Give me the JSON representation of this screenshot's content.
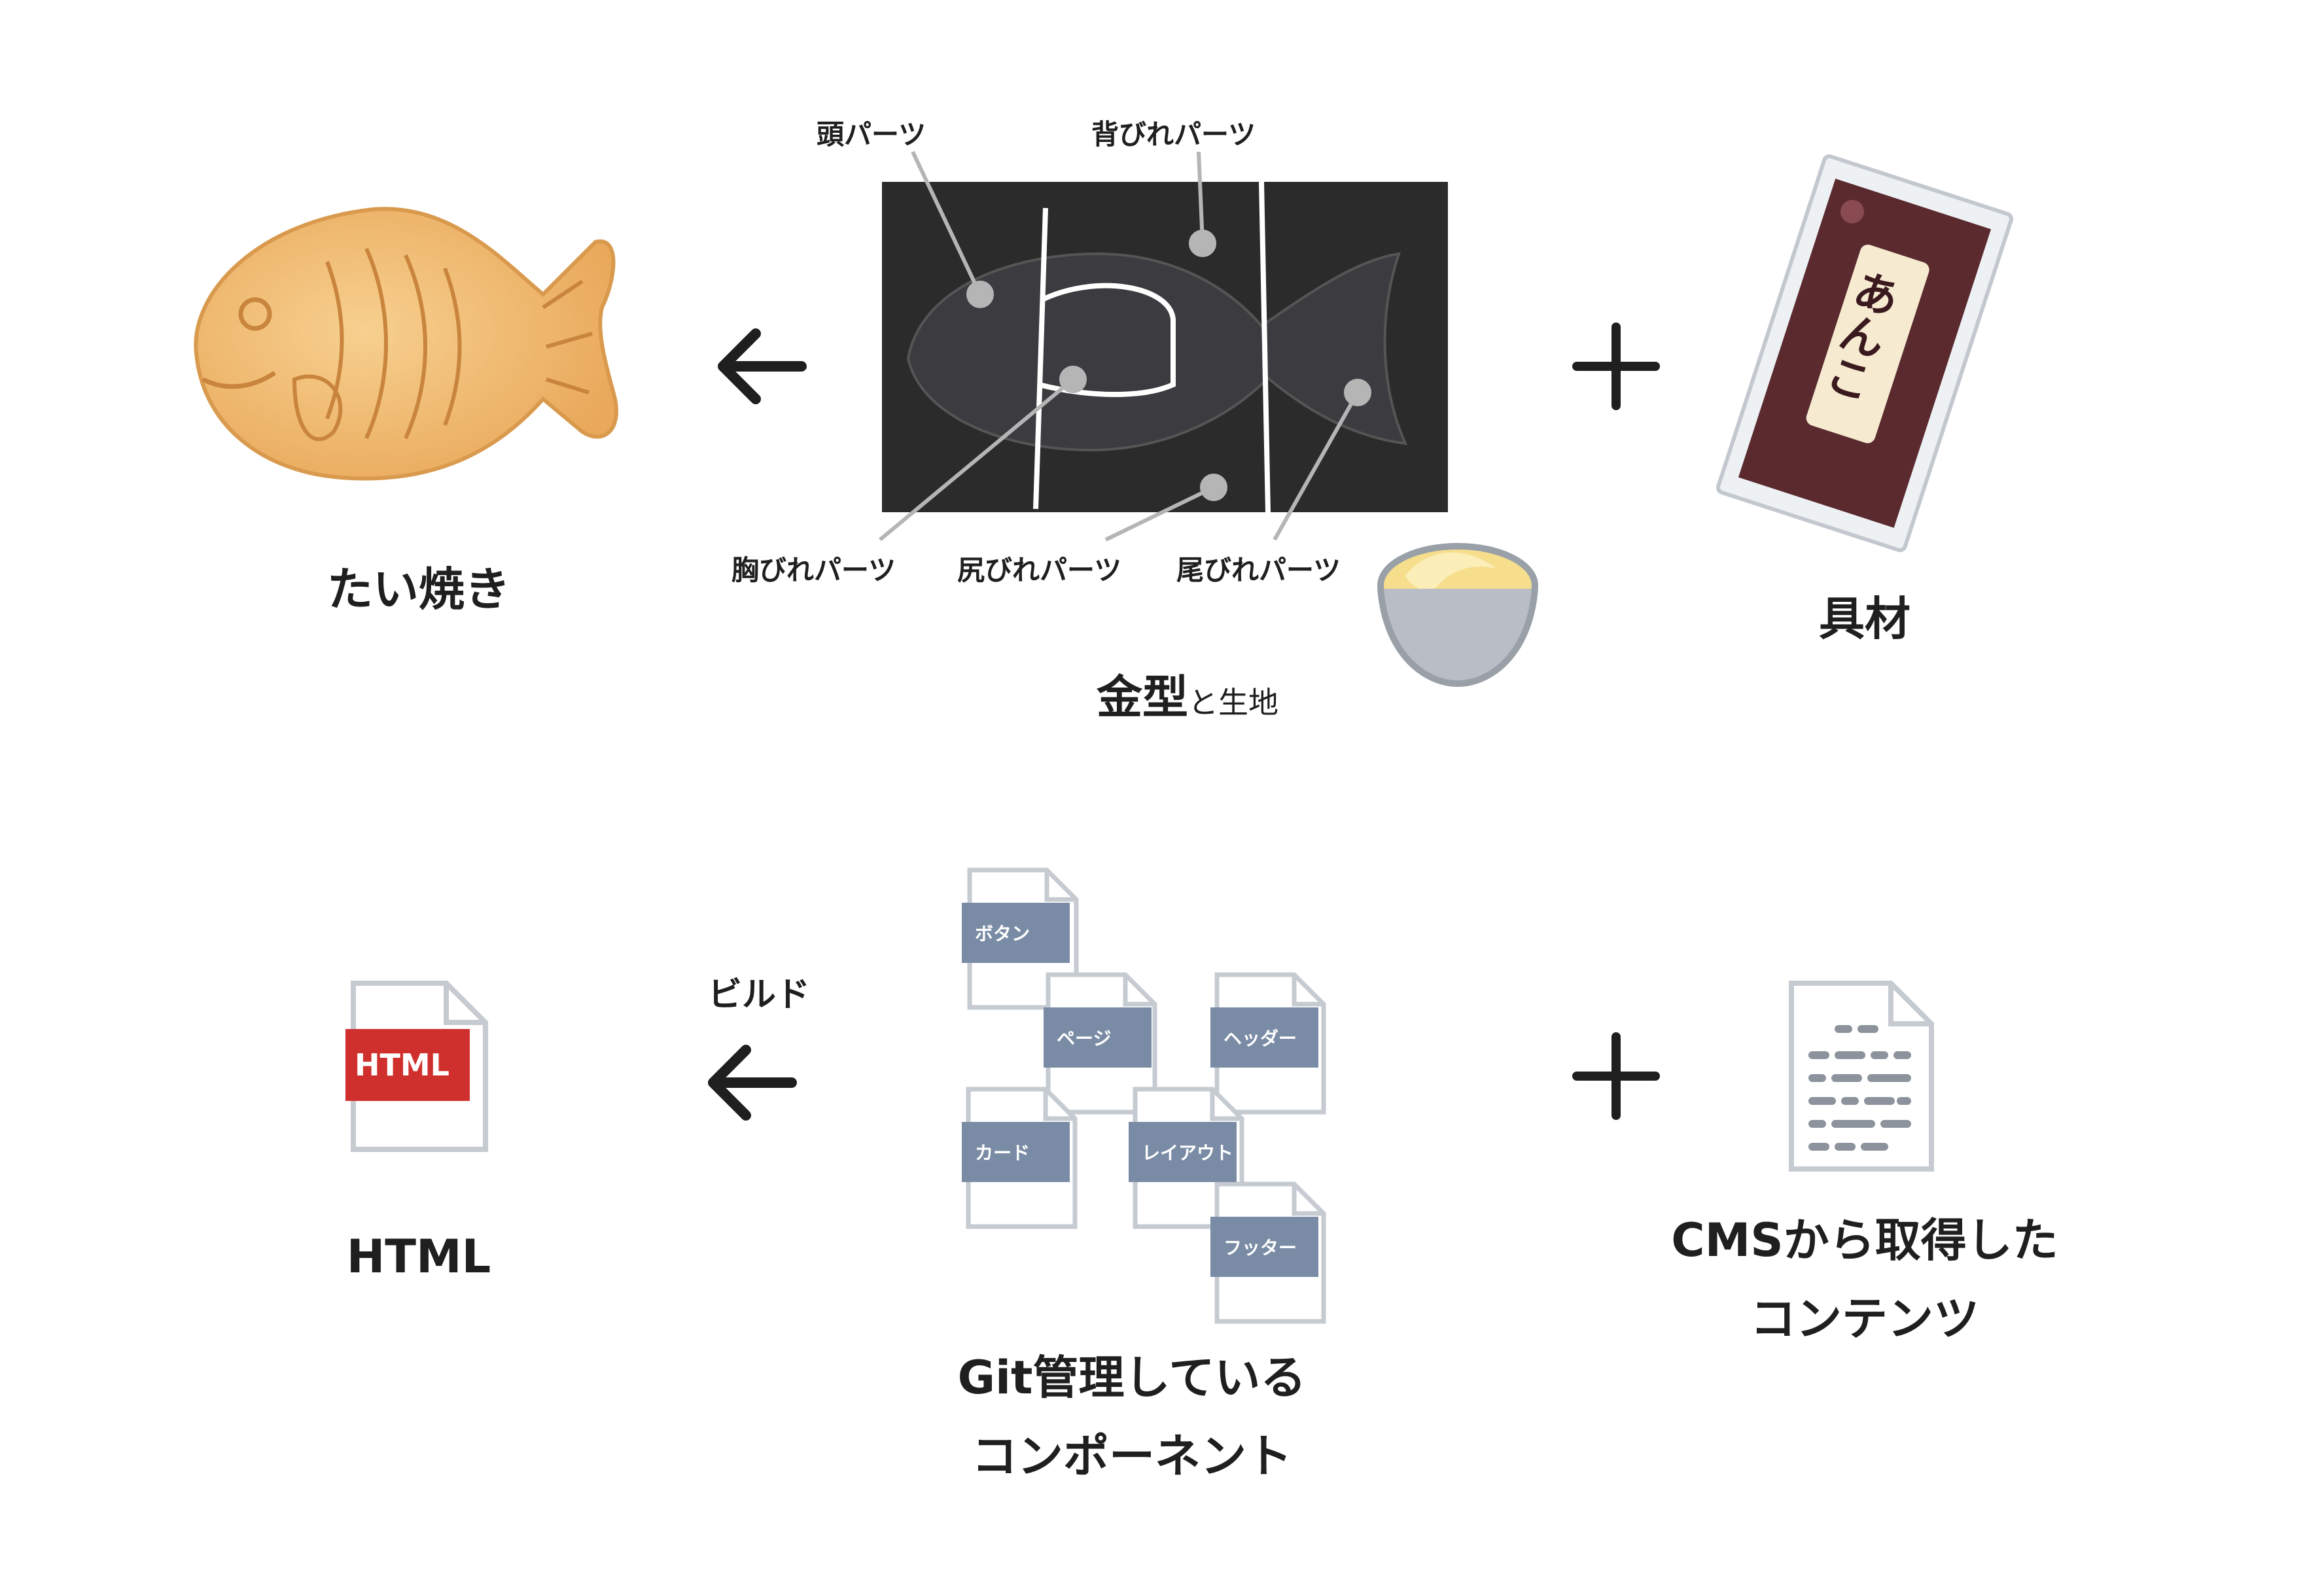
{
  "top": {
    "taiyaki_label": "たい焼き",
    "mold_label_main": "金型",
    "mold_label_sub": "と生地",
    "ingredient_label": "具材",
    "anko_text": "あんこ",
    "parts": {
      "head": "頭パーツ",
      "dorsal": "背びれパーツ",
      "pectoral": "胸びれパーツ",
      "anal": "尻びれパーツ",
      "tail": "尾びれパーツ"
    }
  },
  "bottom": {
    "html_label": "HTML",
    "html_badge": "HTML",
    "build_label": "ビルド",
    "components_line1": "Git管理している",
    "components_line2": "コンポーネント",
    "cms_line1": "CMSから取得した",
    "cms_line2": "コンテンツ",
    "components": {
      "button": "ボタン",
      "page": "ページ",
      "header": "ヘッダー",
      "card": "カード",
      "layout": "レイアウト",
      "footer": "フッター"
    }
  },
  "colors": {
    "arrow": "#1f1f1f",
    "doc_label": "#7a8ca5",
    "html_badge": "#d0302d",
    "taiyaki": "#f0b667",
    "anko_pack": "#5a2a2f",
    "mold": "#2b2b2b"
  }
}
